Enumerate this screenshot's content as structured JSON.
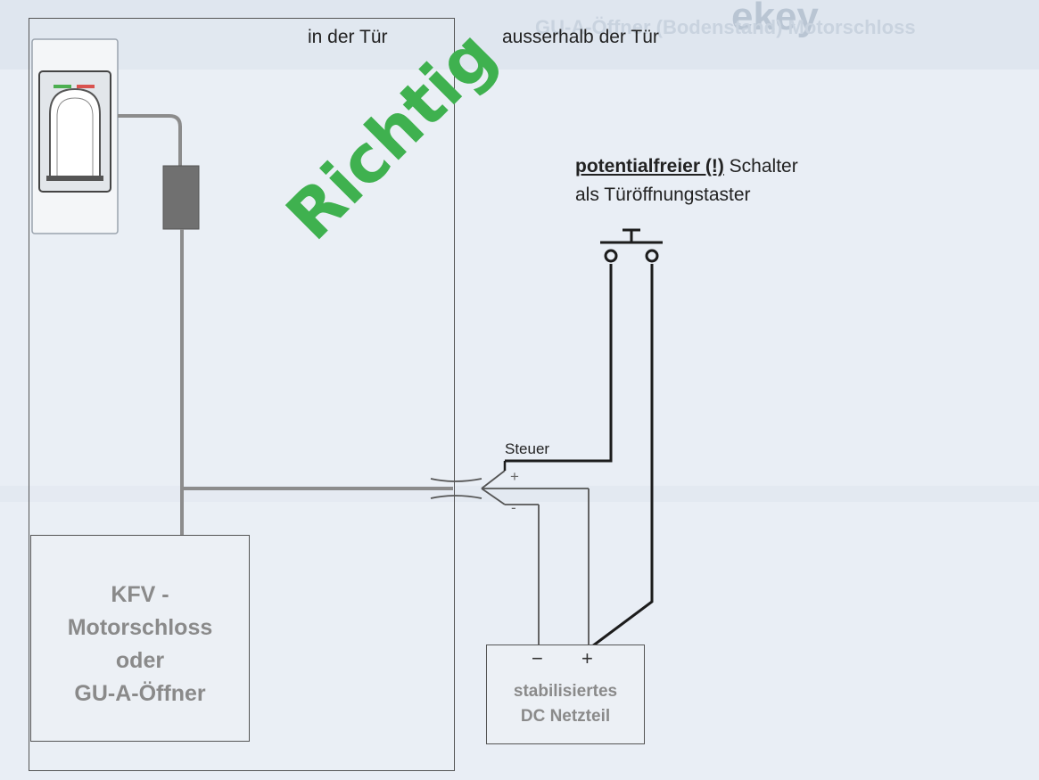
{
  "colors": {
    "background": "#e9eef5",
    "stamp_green": "#3fb14f",
    "wire_grey": "#8c8c8c",
    "wire_black": "#1c1c1c",
    "box_text_grey": "#8a8a8a"
  },
  "header": {
    "inside_door": "in der Tür",
    "outside_door": "ausserhalb der Tür"
  },
  "stamp": {
    "text": "Richtig"
  },
  "switch": {
    "title_underlined": "potentialfreier (!)",
    "title_rest": " Schalter",
    "subtitle": "als Türöffnungstaster"
  },
  "wires": {
    "control_label": "Steuer",
    "plus": "+",
    "minus": "-"
  },
  "lock_box": {
    "line1": "KFV -",
    "line2": "Motorschloss",
    "line3": "oder",
    "line4": "GU-A-Öffner"
  },
  "psu": {
    "minus": "−",
    "plus": "+",
    "line1": "stabilisiertes",
    "line2": "DC Netzteil"
  },
  "icons": [
    "fingerprint-reader-icon",
    "push-button-switch-icon",
    "cable-connector-icon"
  ]
}
